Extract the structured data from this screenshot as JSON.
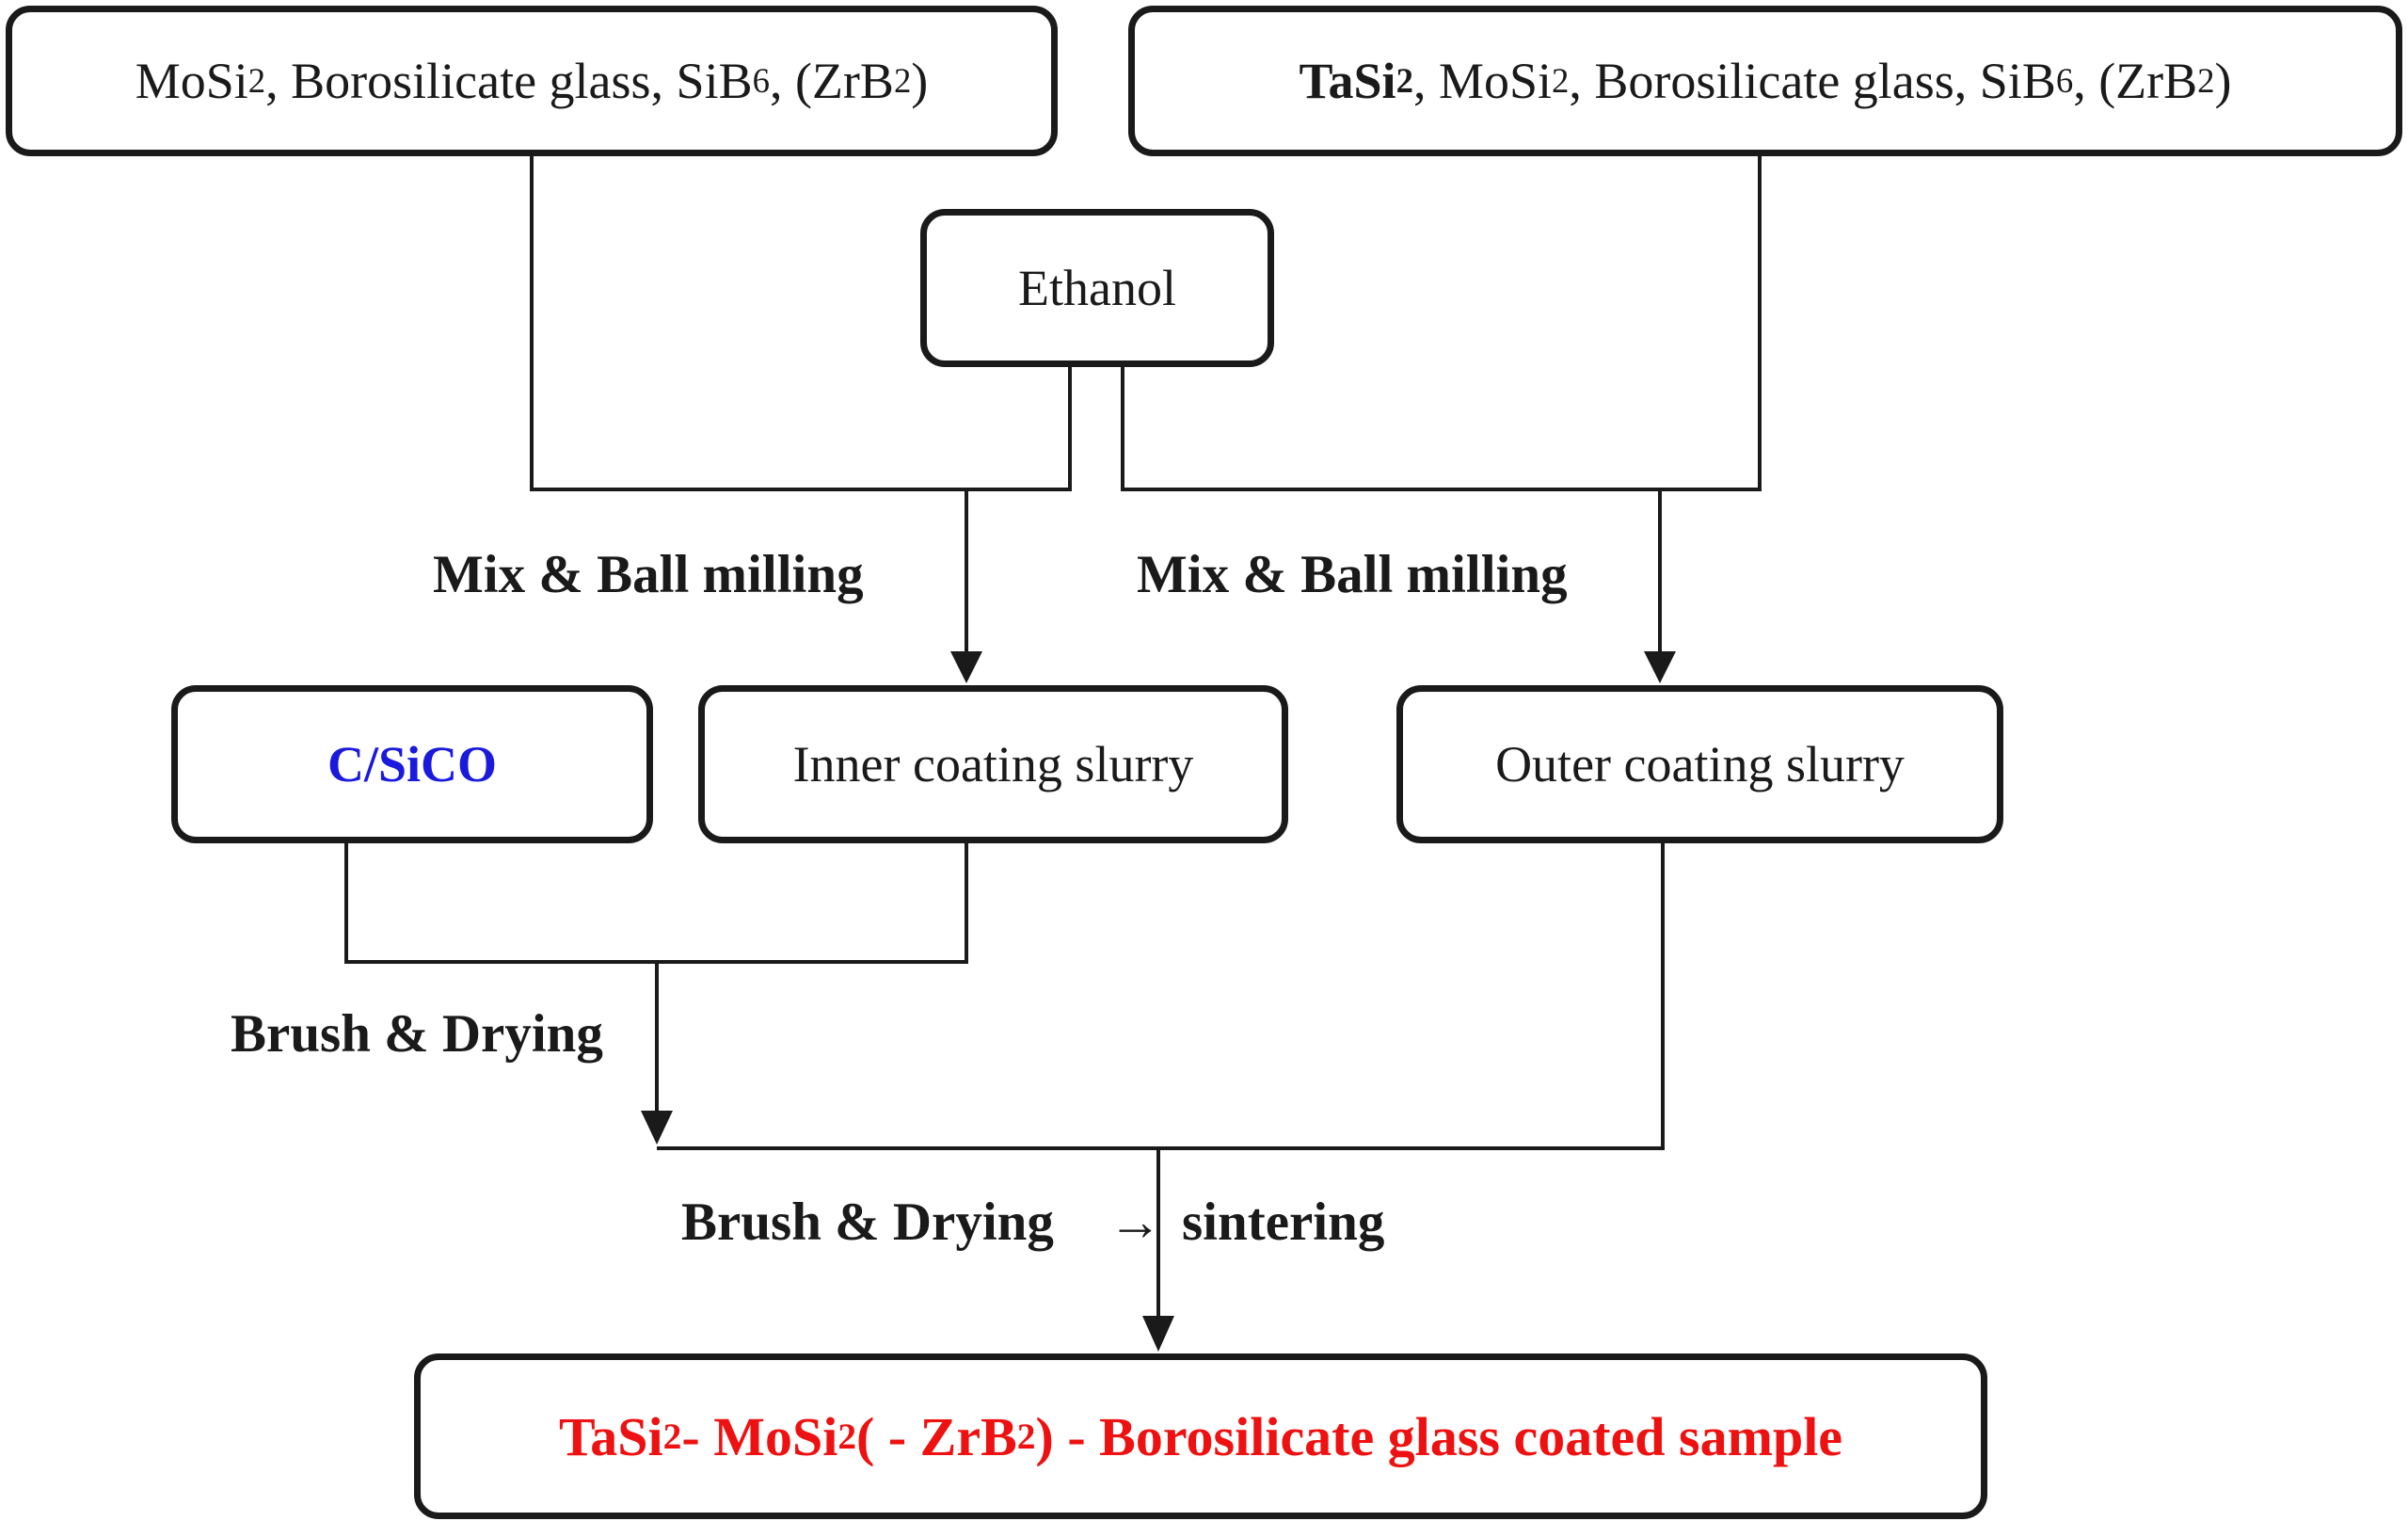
{
  "diagram": {
    "colors": {
      "line": "#1a1a1a",
      "substrate_text": "#1a1add",
      "result_text": "#ee1111"
    },
    "inputs_left": {
      "part1": "MoSi",
      "sub1": "2",
      "part2": ", Borosilicate glass, SiB",
      "sub2": "6",
      "part3": ", (ZrB",
      "sub3": "2",
      "part4": ")"
    },
    "inputs_right": {
      "bold_part": "TaSi",
      "bold_sub": "2",
      "part1": ", MoSi",
      "sub1": "2",
      "part2": ", Borosilicate glass, SiB",
      "sub2": "6",
      "part3": ", (ZrB",
      "sub3": "2",
      "part4": ")"
    },
    "ethanol": "Ethanol",
    "step_mix_left": "Mix & Ball milling",
    "step_mix_right": "Mix & Ball milling",
    "substrate": "C/SiCO",
    "inner_slurry": "Inner coating slurry",
    "outer_slurry": "Outer coating slurry",
    "step_brush_1": "Brush & Drying",
    "step_brush_2": "Brush & Drying",
    "step_arrow": "→",
    "step_sintering": "sintering",
    "result": {
      "part1": "TaSi",
      "sub1": "2",
      "part2": "- MoSi",
      "sub2": "2",
      "part3": " ( - ZrB",
      "sub3": "2",
      "part4": " ) - Borosilicate glass coated sample"
    }
  }
}
